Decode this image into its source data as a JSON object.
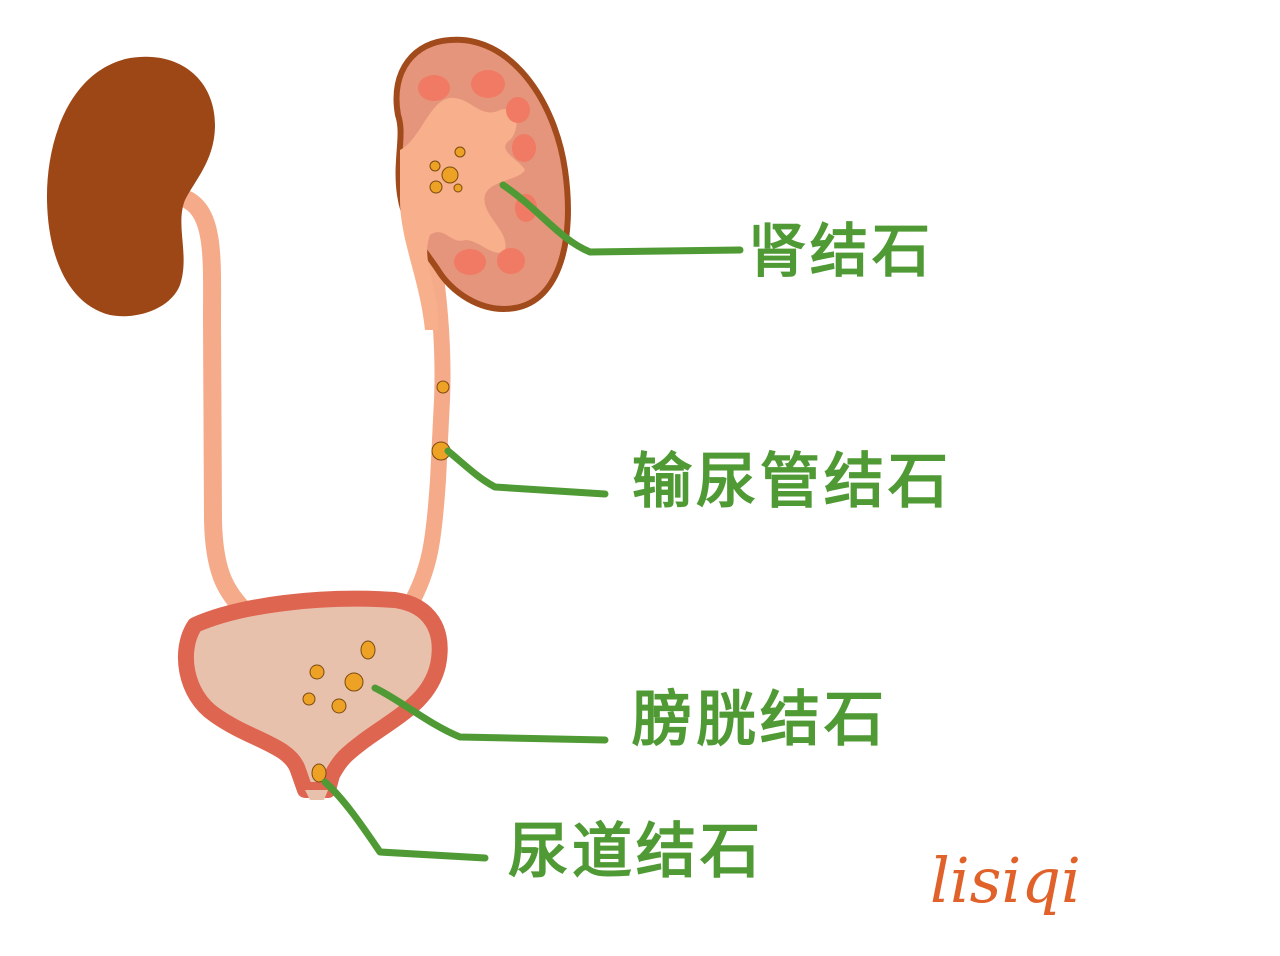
{
  "diagram": {
    "type": "urinary-tract-stones-illustration",
    "colors": {
      "background": "#ffffff",
      "left_kidney": "#9e4716",
      "right_kidney_outline": "#a14a1b",
      "right_kidney_cortex": "#e5957b",
      "right_kidney_pelvis": "#f7b08b",
      "renal_papilla": "#f07a63",
      "ureter": "#f5ab8a",
      "bladder_wall": "#de6550",
      "bladder_inner": "#e8c1ad",
      "stone": "#eea225",
      "stone_edge": "#7a4a10",
      "leader_line": "#4f9a34",
      "label_text": "#4f9a34",
      "signature": "#e0622a"
    },
    "labels": [
      {
        "id": "kidney-stone",
        "text": "肾结石"
      },
      {
        "id": "ureter-stone",
        "text": "输尿管结石"
      },
      {
        "id": "bladder-stone",
        "text": "膀胱结石"
      },
      {
        "id": "urethra-stone",
        "text": "尿道结石"
      }
    ],
    "signature": "lisiqi"
  }
}
